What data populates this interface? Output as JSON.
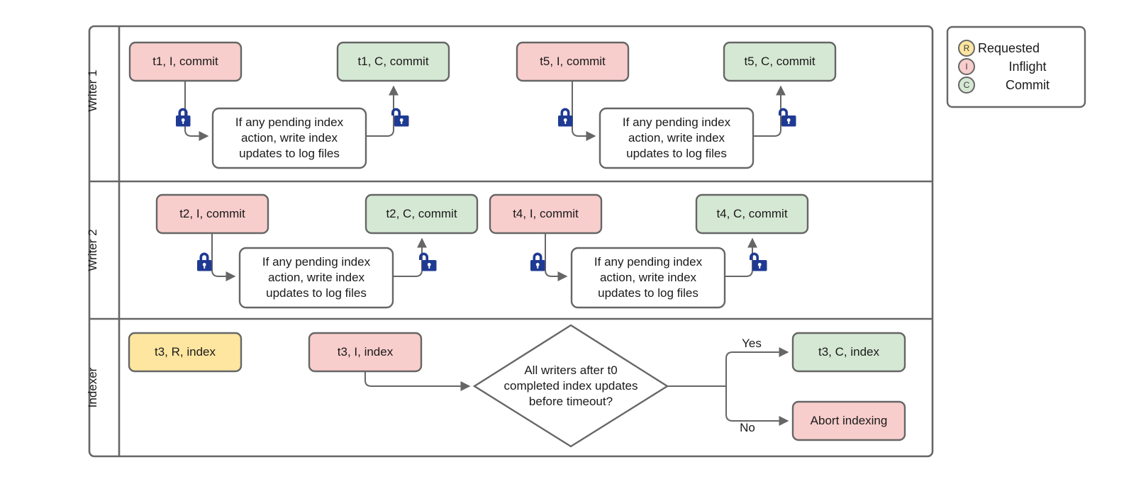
{
  "diagram": {
    "title": "Writer / Indexer lane flowchart",
    "colors": {
      "pink_fill": "#f8cecc",
      "green_fill": "#d5e8d4",
      "yellow_fill": "#ffe6a0",
      "white_fill": "#ffffff",
      "node_stroke": "#666666",
      "lane_stroke": "#666666",
      "edge_stroke": "#666666",
      "lock_color": "#1f3a93",
      "text_color": "#1a1a1a"
    },
    "lanes": [
      {
        "id": "writer1",
        "label": "Writer 1"
      },
      {
        "id": "writer2",
        "label": "Writer 2"
      },
      {
        "id": "indexer",
        "label": "Indexer"
      }
    ],
    "nodes": {
      "w1_t1_inflight": {
        "label": "t1, I, commit",
        "fill": "pink"
      },
      "w1_t1_commit": {
        "label": "t1, C, commit",
        "fill": "green"
      },
      "w1_process_a": {
        "label": "If any pending index\naction, write index\nupdates to log files",
        "fill": "white"
      },
      "w1_t5_inflight": {
        "label": "t5, I, commit",
        "fill": "pink"
      },
      "w1_t5_commit": {
        "label": "t5, C, commit",
        "fill": "green"
      },
      "w1_process_b": {
        "label": "If any pending index\naction, write index\nupdates to log files",
        "fill": "white"
      },
      "w2_t2_inflight": {
        "label": "t2, I, commit",
        "fill": "pink"
      },
      "w2_t2_commit": {
        "label": "t2, C, commit",
        "fill": "green"
      },
      "w2_process_a": {
        "label": "If any pending index\naction, write index\nupdates to log files",
        "fill": "white"
      },
      "w2_t4_inflight": {
        "label": "t4, I, commit",
        "fill": "pink"
      },
      "w2_t4_commit": {
        "label": "t4, C, commit",
        "fill": "green"
      },
      "w2_process_b": {
        "label": "If any pending index\naction, write index\nupdates to log files",
        "fill": "white"
      },
      "ix_t3_requested": {
        "label": "t3, R, index",
        "fill": "yellow"
      },
      "ix_t3_inflight": {
        "label": "t3, I, index",
        "fill": "pink"
      },
      "ix_decision": {
        "label": "All writers after t0\ncompleted index updates\nbefore timeout?",
        "fill": "white"
      },
      "ix_t3_commit": {
        "label": "t3, C, index",
        "fill": "green"
      },
      "ix_abort": {
        "label": "Abort indexing",
        "fill": "pink"
      }
    },
    "edge_labels": {
      "yes": "Yes",
      "no": "No"
    },
    "lock_icons": [
      {
        "id": "w1-lock-a",
        "state": "locked"
      },
      {
        "id": "w1-unlock-a",
        "state": "unlocked"
      },
      {
        "id": "w1-lock-b",
        "state": "locked"
      },
      {
        "id": "w1-unlock-b",
        "state": "unlocked"
      },
      {
        "id": "w2-lock-a",
        "state": "locked"
      },
      {
        "id": "w2-unlock-a",
        "state": "unlocked"
      },
      {
        "id": "w2-lock-b",
        "state": "locked"
      },
      {
        "id": "w2-unlock-b",
        "state": "unlocked"
      }
    ],
    "legend": {
      "items": [
        {
          "letter": "R",
          "label": "Requested",
          "fill": "#ffe6a0"
        },
        {
          "letter": "I",
          "label": "Inflight",
          "fill": "#f8cecc"
        },
        {
          "letter": "C",
          "label": "Commit",
          "fill": "#d5e8d4"
        }
      ]
    }
  }
}
